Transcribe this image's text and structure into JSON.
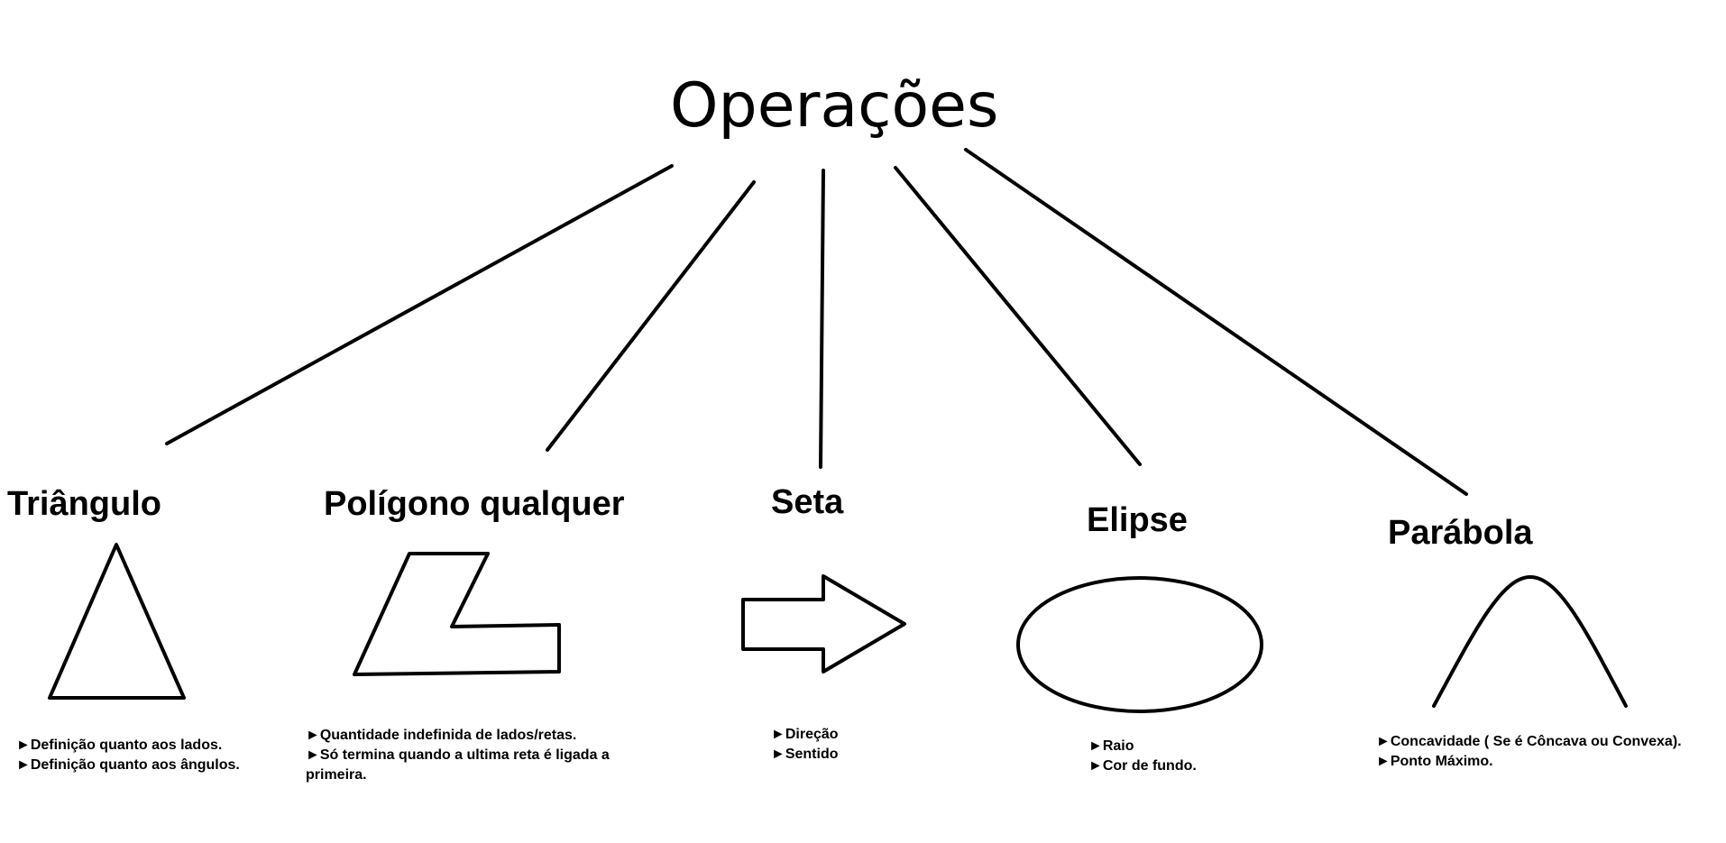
{
  "root": {
    "title": "Operações"
  },
  "branches": [
    {
      "id": "triangulo",
      "title": "Triângulo",
      "notes": [
        "►Definição quanto aos lados.",
        "►Definição quanto aos ângulos."
      ]
    },
    {
      "id": "poligono",
      "title": "Polígono qualquer",
      "notes": [
        "►Quantidade indefinida de lados/retas.",
        "►Só termina quando a ultima reta é ligada a primeira."
      ]
    },
    {
      "id": "seta",
      "title": "Seta",
      "notes": [
        "►Direção",
        "►Sentido"
      ]
    },
    {
      "id": "elipse",
      "title": "Elipse",
      "notes": [
        "►Raio",
        "►Cor de fundo."
      ]
    },
    {
      "id": "parabola",
      "title": "Parábola",
      "notes": [
        "►Concavidade ( Se é Côncava ou Convexa).",
        "►Ponto Máximo."
      ]
    }
  ],
  "colors": {
    "ink": "#000000",
    "background": "#ffffff"
  }
}
